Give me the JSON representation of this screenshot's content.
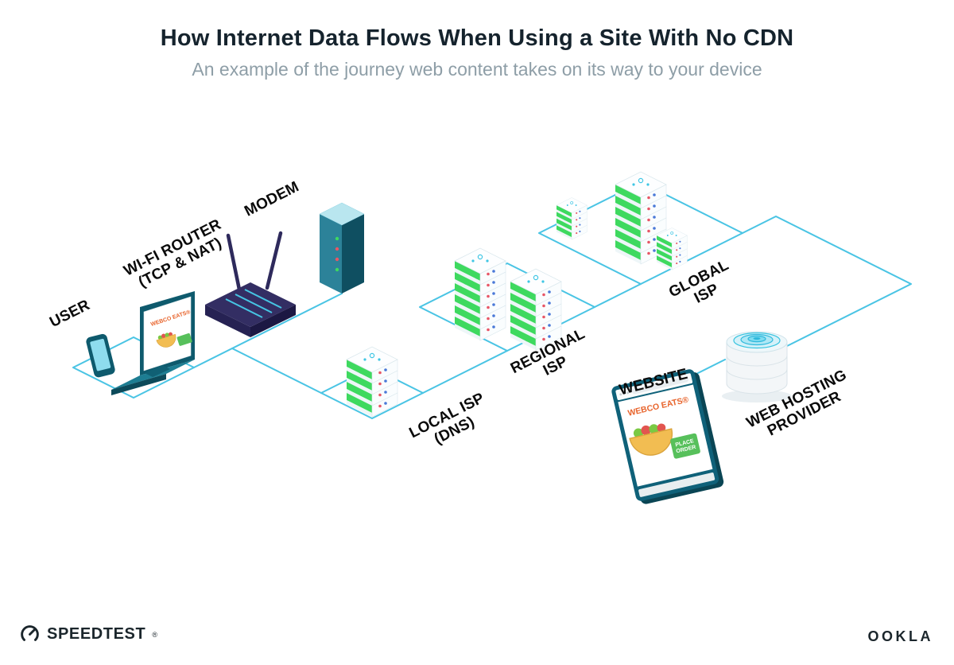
{
  "header": {
    "title": "How Internet Data Flows When Using a Site With No CDN",
    "subtitle": "An example of the journey web content takes on its way to your device"
  },
  "nodes": {
    "user": {
      "line1": "USER"
    },
    "wifi_router": {
      "line1": "WI-FI ROUTER",
      "line2": "(TCP & NAT)"
    },
    "modem": {
      "line1": "MODEM"
    },
    "local_isp": {
      "line1": "LOCAL ISP",
      "line2": "(DNS)"
    },
    "regional_isp": {
      "line1": "REGIONAL",
      "line2": "ISP"
    },
    "global_isp": {
      "line1": "GLOBAL",
      "line2": "ISP"
    },
    "website": {
      "line1": "WEBSITE"
    },
    "web_hosting": {
      "line1": "WEB HOSTING",
      "line2": "PROVIDER"
    }
  },
  "laptop_screen": {
    "brand": "WEBCO EATS®"
  },
  "website_card": {
    "brand": "WEBCO EATS®",
    "button_line1": "PLACE",
    "button_line2": "ORDER"
  },
  "footer": {
    "speedtest": "SPEEDTEST",
    "speedtest_mark": "®",
    "ookla": "OOKLA"
  },
  "colors": {
    "accent_cyan": "#49c4e4",
    "server_green": "#3ed95f",
    "brand_orange": "#e8642c",
    "teal_dark": "#0f5d70",
    "router_navy": "#2e2a5c"
  }
}
